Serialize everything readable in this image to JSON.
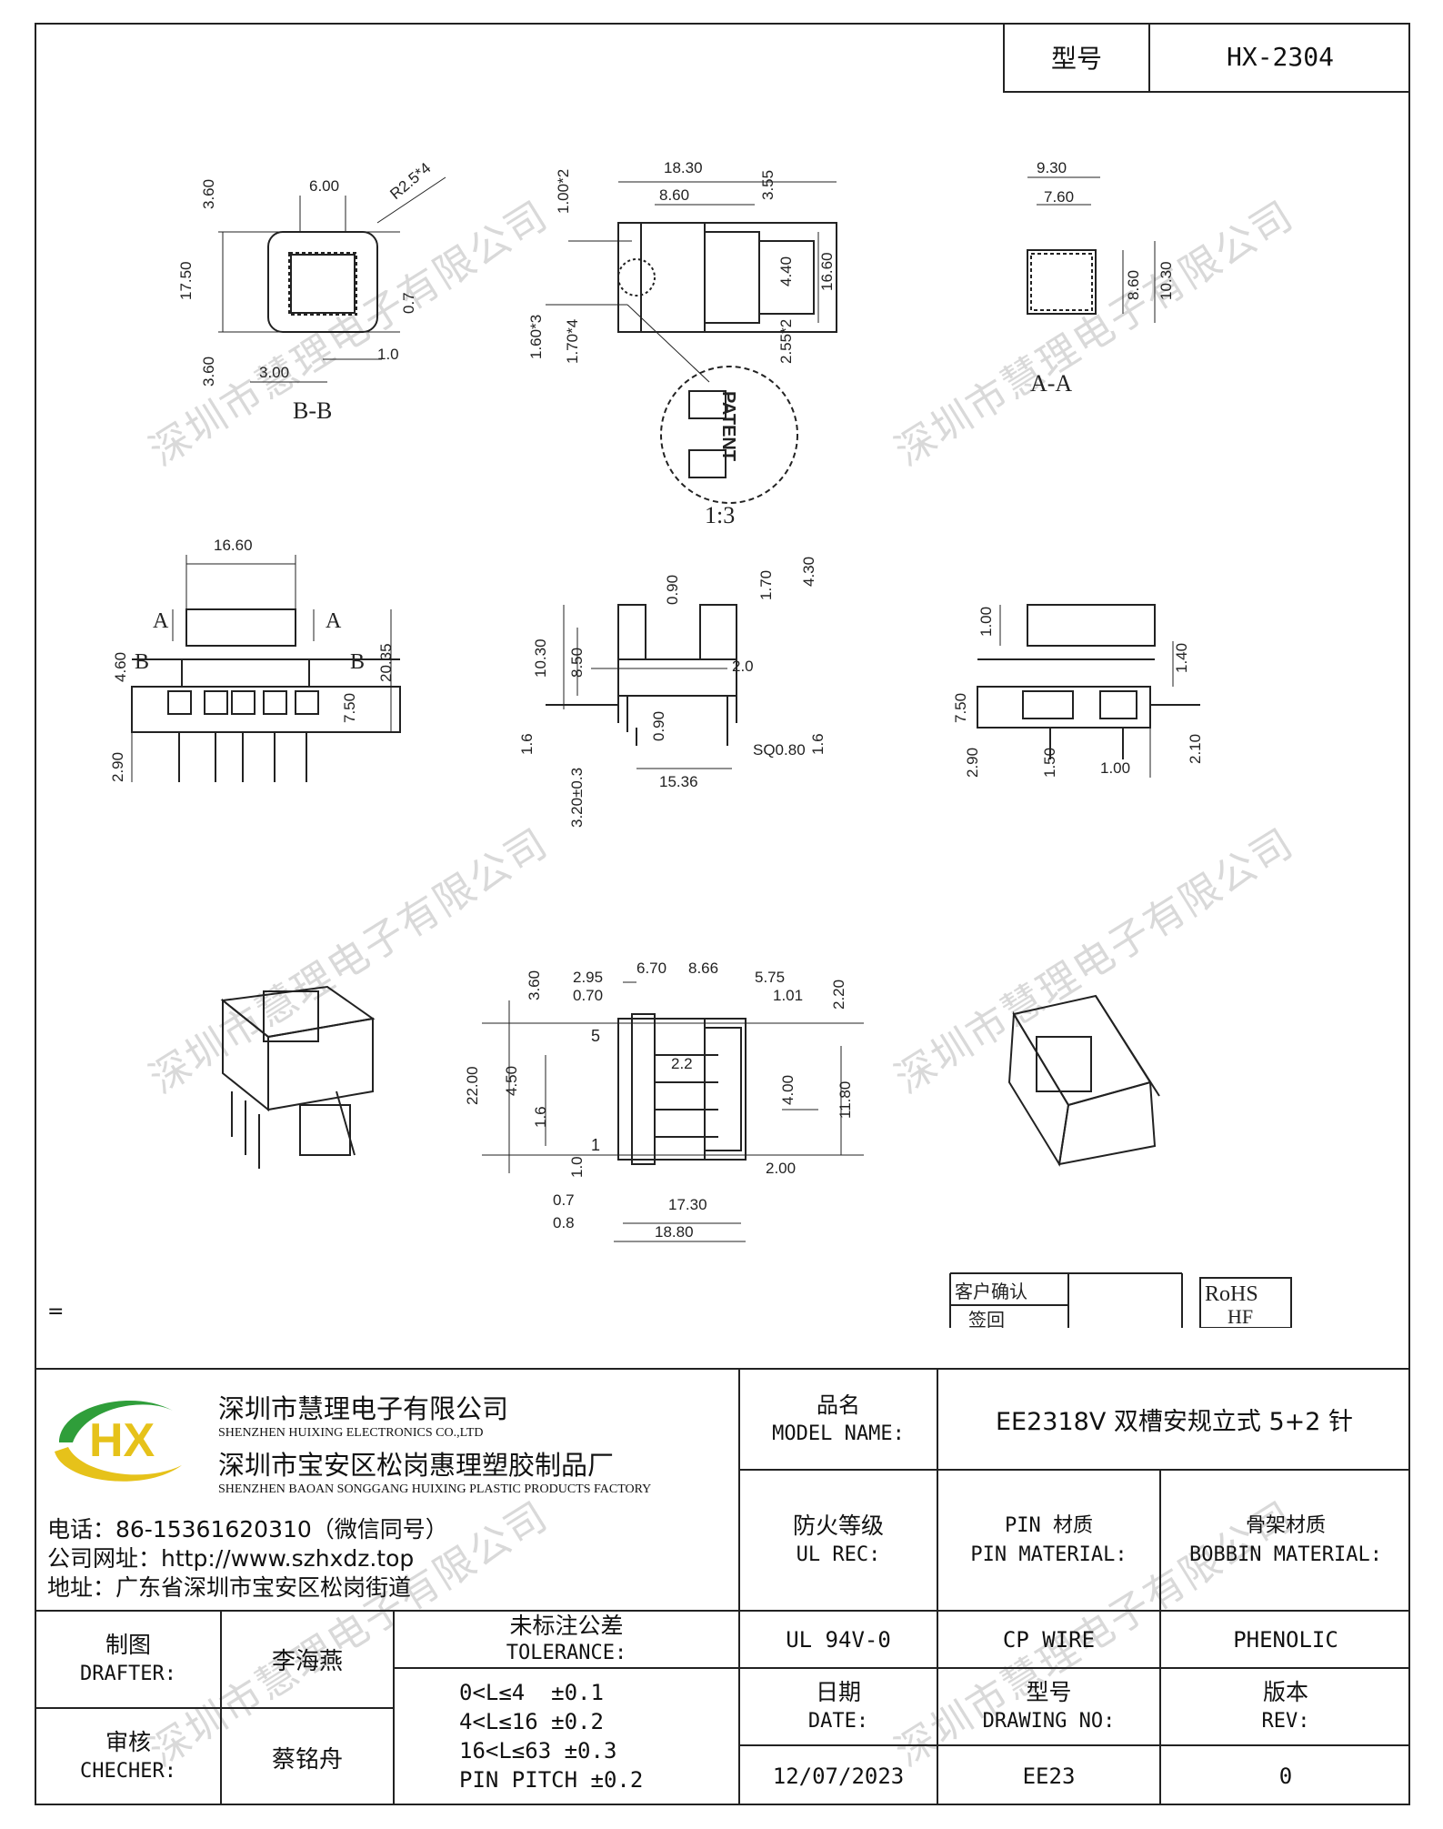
{
  "header": {
    "model_label": "型号",
    "model_value": "HX-2304"
  },
  "watermark": "深圳市慧理电子有限公司",
  "views": {
    "bb": {
      "label": "B-B",
      "dims": [
        "6.00",
        "R2.5*4",
        "3.60",
        "17.50",
        "0.7",
        "1.0",
        "3.60",
        "3.00"
      ]
    },
    "top": {
      "dims": [
        "18.30",
        "8.60",
        "3.55",
        "1.00*2",
        "16.60",
        "4.40",
        "1.60*3",
        "1.70*4",
        "2.55*2"
      ],
      "detail_text": "PATENT",
      "detail_scale": "1:3"
    },
    "aa": {
      "label": "A-A",
      "dims": [
        "9.30",
        "7.60",
        "8.60",
        "10.30"
      ]
    },
    "front": {
      "dims": [
        "16.60",
        "A",
        "A",
        "B",
        "B",
        "4.60",
        "20.35",
        "7.50",
        "2.90"
      ]
    },
    "side": {
      "dims": [
        "0.90",
        "1.70",
        "4.30",
        "10.30",
        "8.50",
        "2.0",
        "1.6",
        "0.90",
        "SQ0.80",
        "1.6",
        "3.20±0.3",
        "15.36"
      ]
    },
    "rear": {
      "dims": [
        "1.00",
        "1.40",
        "7.50",
        "2.90",
        "1.50",
        "1.00",
        "2.10"
      ]
    },
    "bottom": {
      "dims": [
        "2.95",
        "6.70",
        "8.66",
        "5.75",
        "0.70",
        "1.01",
        "3.60",
        "2.20",
        "22.00",
        "4.50",
        "2.2",
        "4.00",
        "11.80",
        "1.6",
        "5",
        "1",
        "1.0",
        "2.00",
        "0.7",
        "17.30",
        "0.8",
        "18.80"
      ]
    }
  },
  "confirm": {
    "customer": "客户确认",
    "sign": "签回",
    "rohs": "RoHS",
    "hf": "HF"
  },
  "stray_mark": "=",
  "company": {
    "logo_text": "HX",
    "name_cn": "深圳市慧理电子有限公司",
    "name_en": "SHENZHEN HUIXING ELECTRONICS CO.,LTD",
    "factory_cn": "深圳市宝安区松岗惠理塑胶制品厂",
    "factory_en": "SHENZHEN BAOAN SONGGANG HUIXING PLASTIC PRODUCTS FACTORY",
    "phone": "电话：86-15361620310（微信同号）",
    "web": "公司网址：http://www.szhxdz.top",
    "address": "地址：广东省深圳市宝安区松岗街道"
  },
  "titleblock": {
    "model_name_cn": "品名",
    "model_name_en": "MODEL NAME:",
    "model_name_value": "EE2318V 双槽安规立式 5+2 针",
    "ul_cn": "防火等级",
    "ul_en": "UL REC:",
    "pin_cn": "PIN 材质",
    "pin_en": "PIN MATERIAL:",
    "bobbin_cn": "骨架材质",
    "bobbin_en": "BOBBIN MATERIAL:",
    "ul_value": "UL 94V-0",
    "pin_value": "CP WIRE",
    "bobbin_value": "PHENOLIC",
    "drafter_cn": "制图",
    "drafter_en": "DRAFTER:",
    "drafter_name": "李海燕",
    "checker_cn": "审核",
    "checker_en": "CHECHER:",
    "checker_name": "蔡铭舟",
    "tolerance_cn": "未标注公差",
    "tolerance_en": "TOLERANCE:",
    "tolerances": [
      "0<L≤4  ±0.1",
      "4<L≤16 ±0.2",
      "16<L≤63 ±0.3",
      "PIN PITCH ±0.2"
    ],
    "date_cn": "日期",
    "date_en": "DATE:",
    "date_value": "12/07/2023",
    "drawing_cn": "型号",
    "drawing_en": "DRAWING NO:",
    "drawing_value": "EE23",
    "rev_cn": "版本",
    "rev_en": "REV:",
    "rev_value": "0"
  },
  "colors": {
    "logo_green": "#2f9e3a",
    "logo_yellow": "#e6c21a",
    "line": "#222222",
    "watermark": "#d9d9d9"
  }
}
